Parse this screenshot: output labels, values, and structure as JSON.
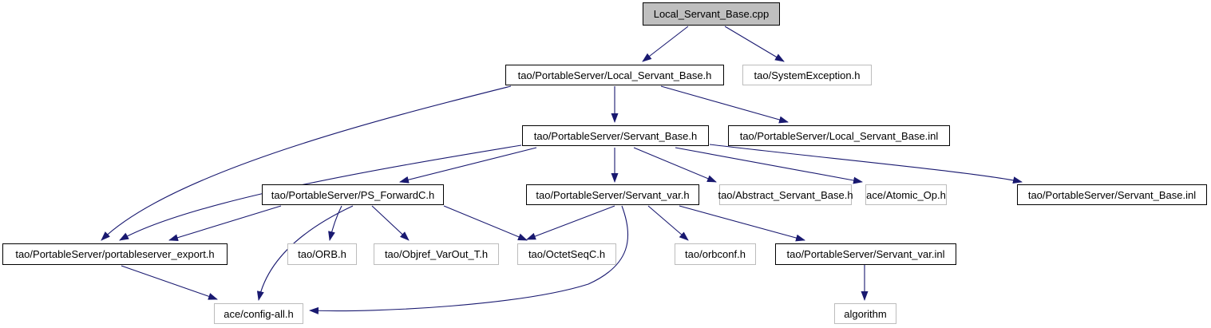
{
  "diagram_type": "include-dependency-graph",
  "colors": {
    "edge": "#191970",
    "documented_node_border": "#000000",
    "external_node_border": "#bcbcbc",
    "root_node_fill": "#bfbfbf",
    "node_fill": "#ffffff",
    "text": "#000000",
    "background": "#ffffff"
  },
  "nodes": {
    "cpp": {
      "label": "Local_Servant_Base.cpp",
      "kind": "root"
    },
    "lsb_h": {
      "label": "tao/PortableServer/Local_Servant_Base.h",
      "kind": "documented"
    },
    "sysex": {
      "label": "tao/SystemException.h",
      "kind": "external"
    },
    "sb_h": {
      "label": "tao/PortableServer/Servant_Base.h",
      "kind": "documented"
    },
    "lsb_inl": {
      "label": "tao/PortableServer/Local_Servant_Base.inl",
      "kind": "documented"
    },
    "psf": {
      "label": "tao/PortableServer/PS_ForwardC.h",
      "kind": "documented"
    },
    "svar_h": {
      "label": "tao/PortableServer/Servant_var.h",
      "kind": "documented"
    },
    "absb": {
      "label": "tao/Abstract_Servant_Base.h",
      "kind": "external"
    },
    "atomic": {
      "label": "ace/Atomic_Op.h",
      "kind": "external"
    },
    "sb_inl": {
      "label": "tao/PortableServer/Servant_Base.inl",
      "kind": "documented"
    },
    "pexport": {
      "label": "tao/PortableServer/portableserver_export.h",
      "kind": "documented"
    },
    "orb": {
      "label": "tao/ORB.h",
      "kind": "external"
    },
    "objref": {
      "label": "tao/Objref_VarOut_T.h",
      "kind": "external"
    },
    "octet": {
      "label": "tao/OctetSeqC.h",
      "kind": "external"
    },
    "orbconf": {
      "label": "tao/orbconf.h",
      "kind": "external"
    },
    "svar_inl": {
      "label": "tao/PortableServer/Servant_var.inl",
      "kind": "documented"
    },
    "configall": {
      "label": "ace/config-all.h",
      "kind": "external"
    },
    "algorithm": {
      "label": "algorithm",
      "kind": "external"
    }
  },
  "edges": [
    {
      "from": "cpp",
      "to": "lsb_h"
    },
    {
      "from": "cpp",
      "to": "sysex"
    },
    {
      "from": "lsb_h",
      "to": "sb_h"
    },
    {
      "from": "lsb_h",
      "to": "lsb_inl"
    },
    {
      "from": "lsb_h",
      "to": "pexport"
    },
    {
      "from": "sb_h",
      "to": "pexport"
    },
    {
      "from": "sb_h",
      "to": "psf"
    },
    {
      "from": "sb_h",
      "to": "svar_h"
    },
    {
      "from": "sb_h",
      "to": "absb"
    },
    {
      "from": "sb_h",
      "to": "atomic"
    },
    {
      "from": "sb_h",
      "to": "sb_inl"
    },
    {
      "from": "psf",
      "to": "pexport"
    },
    {
      "from": "psf",
      "to": "orb"
    },
    {
      "from": "psf",
      "to": "objref"
    },
    {
      "from": "psf",
      "to": "octet"
    },
    {
      "from": "psf",
      "to": "configall"
    },
    {
      "from": "pexport",
      "to": "configall"
    },
    {
      "from": "svar_h",
      "to": "octet"
    },
    {
      "from": "svar_h",
      "to": "configall"
    },
    {
      "from": "svar_h",
      "to": "orbconf"
    },
    {
      "from": "svar_h",
      "to": "svar_inl"
    },
    {
      "from": "svar_inl",
      "to": "algorithm"
    }
  ]
}
